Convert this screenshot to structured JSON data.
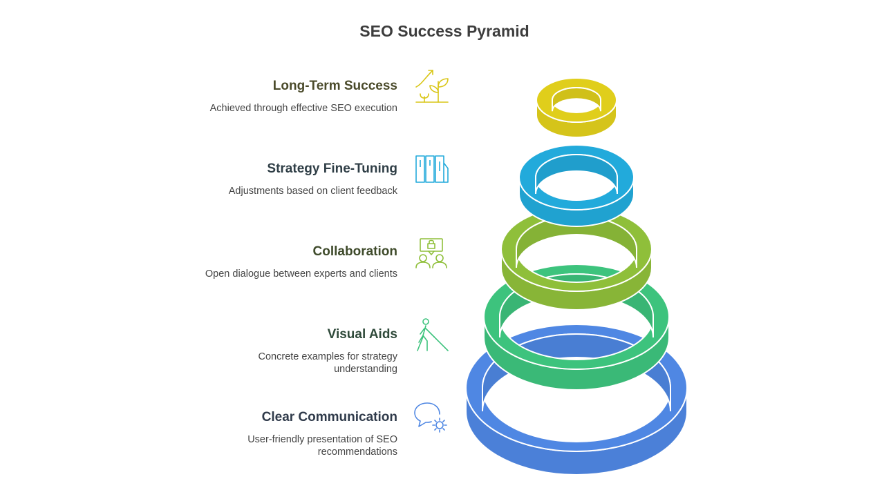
{
  "title": "SEO Success Pyramid",
  "levels": [
    {
      "heading": "Long-Term Success",
      "description": "Achieved through effective SEO execution",
      "color": "#E0CE1B",
      "icon": "growth-icon",
      "heading_color": "#4a4a2a"
    },
    {
      "heading": "Strategy Fine-Tuning",
      "description": "Adjustments based on client feedback",
      "color": "#22AADB",
      "icon": "panels-icon",
      "heading_color": "#2f3e46"
    },
    {
      "heading": "Collaboration",
      "description": "Open dialogue between experts and clients",
      "color": "#8FBF3A",
      "icon": "team-lock-icon",
      "heading_color": "#3e4a2a"
    },
    {
      "heading": "Visual Aids",
      "description": "Concrete examples for strategy understanding",
      "color": "#3DC37D",
      "icon": "walking-person-icon",
      "heading_color": "#2f4a3a"
    },
    {
      "heading": "Clear Communication",
      "description": "User-friendly presentation of SEO recommendations",
      "color": "#4F87E3",
      "icon": "chat-gear-icon",
      "heading_color": "#2f3a4a"
    }
  ]
}
